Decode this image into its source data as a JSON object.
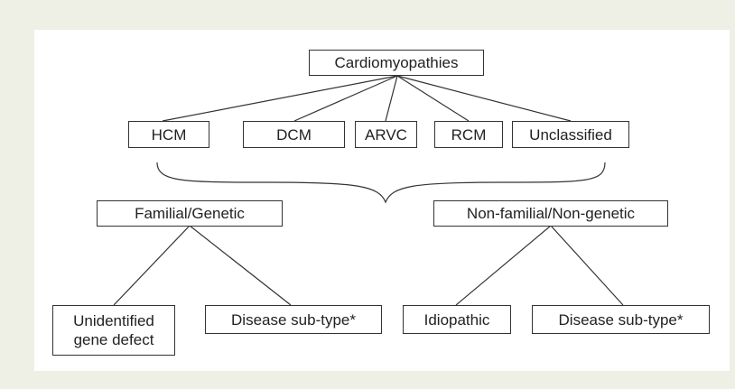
{
  "diagram": {
    "root": "Cardiomyopathies",
    "types": [
      "HCM",
      "DCM",
      "ARVC",
      "RCM",
      "Unclassified"
    ],
    "familial": {
      "label": "Familial/Genetic",
      "children": [
        "Unidentified gene defect",
        "Disease sub-type*"
      ]
    },
    "non_familial": {
      "label": "Non-familial/Non-genetic",
      "children": [
        "Idiopathic",
        "Disease sub-type*"
      ]
    }
  },
  "colors": {
    "background": "#eef0e6",
    "panel": "#ffffff",
    "line": "#333333"
  }
}
